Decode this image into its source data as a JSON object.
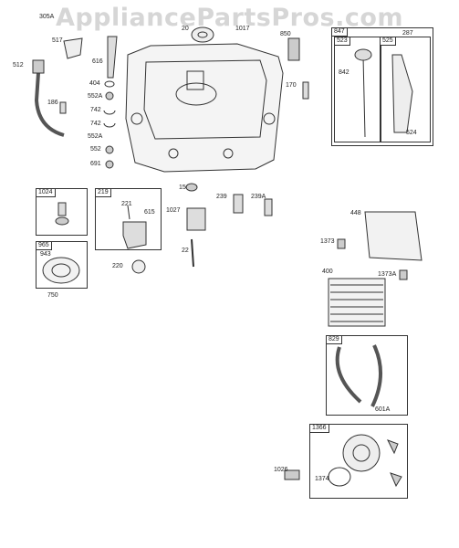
{
  "watermark": "AppliancePartsPros.com",
  "boxes": {
    "b847": "847",
    "b523": "523",
    "b525": "525",
    "b1024": "1024",
    "b219": "219",
    "b965": "965",
    "b829": "829",
    "b1366": "1366"
  },
  "labels": {
    "l305A": "305A",
    "l517": "517",
    "l512": "512",
    "l186": "186",
    "l616": "616",
    "l404": "404",
    "l552A_1": "552A",
    "l742_1": "742",
    "l742_2": "742",
    "l552_1": "552",
    "l552A_2": "552A",
    "l691": "691",
    "l20": "20",
    "l1017": "1017",
    "l850": "850",
    "l170": "170",
    "l287": "287",
    "l842": "842",
    "l524": "524",
    "l943": "943",
    "l750": "750",
    "l221": "221",
    "l615": "615",
    "l220": "220",
    "l15": "15",
    "l1027": "1027",
    "l22": "22",
    "l239": "239",
    "l239A": "239A",
    "l448": "448",
    "l1373": "1373",
    "l400": "400",
    "l1373A": "1373A",
    "l601A": "601A",
    "l1026": "1026",
    "l1374": "1374"
  }
}
